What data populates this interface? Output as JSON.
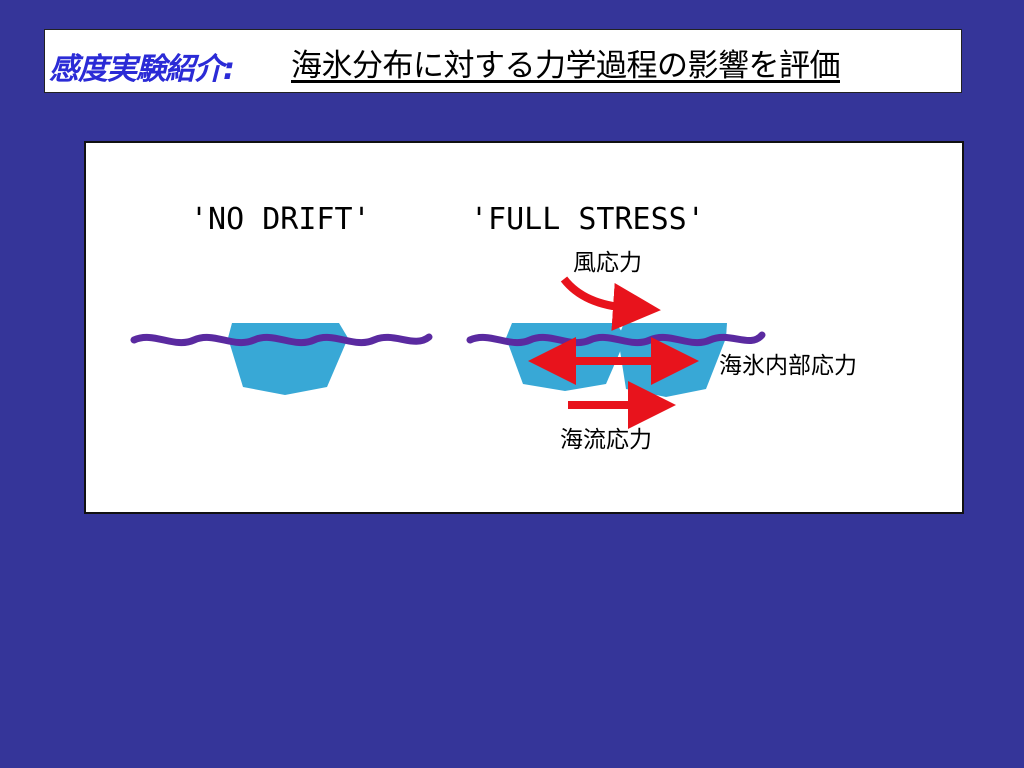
{
  "title": {
    "prefix": "感度実験紹介:",
    "main": "海氷分布に対する力学過程の影響を評価"
  },
  "diagram": {
    "case_no_drift": "'NO DRIFT'",
    "case_full_stress": "'FULL STRESS'",
    "wind_stress": "風応力",
    "internal_ice_stress": "海氷内部応力",
    "ocean_stress": "海流応力"
  },
  "colors": {
    "background": "#353599",
    "title_prefix": "#2b2bd6",
    "ice": "#38a8d6",
    "water_line": "#5a2aa0",
    "arrow": "#e8131c"
  }
}
